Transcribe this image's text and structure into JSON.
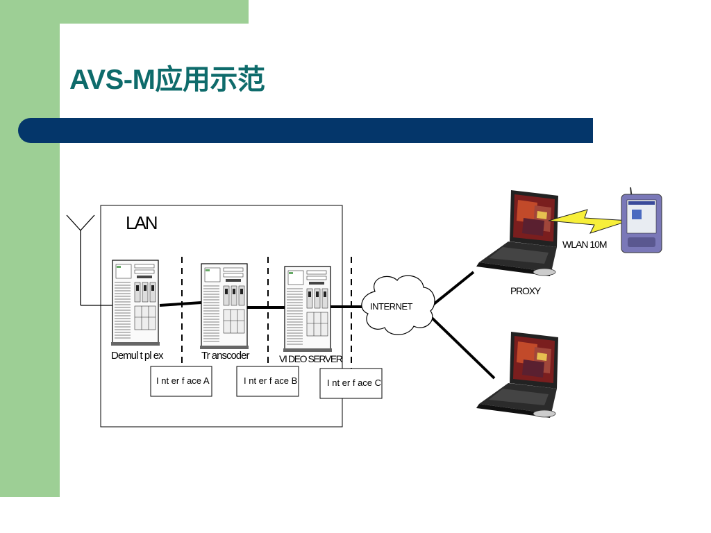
{
  "slide": {
    "title": "AVS-M应用示范"
  },
  "diagram": {
    "lan_label": "LAN",
    "devices": {
      "demultiplex": "Demul t pl ex",
      "transcoder": "Tr anscoder",
      "video_server": "VI DEO SERVER"
    },
    "interfaces": {
      "a": "I nt er f ace A",
      "b": "I nt er f ace B",
      "c": "I nt er f ace C"
    },
    "internet": "INTERNET",
    "proxy": "PROXY",
    "wlan": "WLAN 10M"
  }
}
